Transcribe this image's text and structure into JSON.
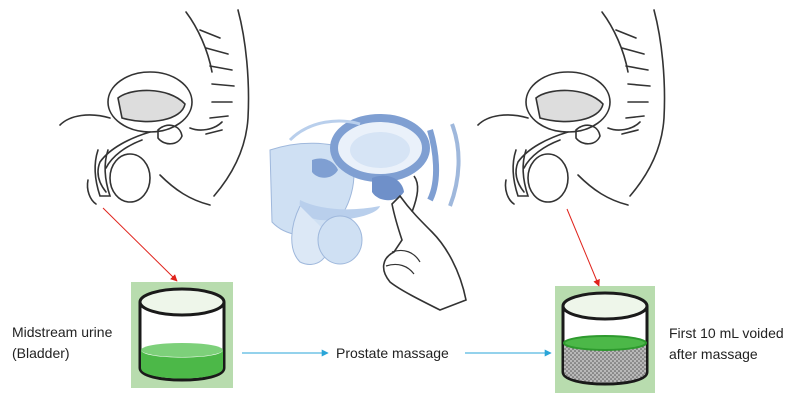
{
  "labels": {
    "midstream_line1": "Midstream urine",
    "midstream_line2": "(Bladder)",
    "prostate_massage": "Prostate massage",
    "first_voided_line1": "First 10 mL voided",
    "first_voided_line2": "after massage"
  },
  "colors": {
    "arrow_red": "#e0231c",
    "arrow_blue": "#2aa5d8",
    "cup_background": "#b8dcae",
    "urine_green": "#4cb848",
    "anatomy_blue": "#8ea9d8",
    "anatomy_light_blue": "#cfe0f3"
  },
  "icons": {
    "left_figure": "male-pelvis-sagittal-icon",
    "center_figure": "prostate-massage-icon",
    "right_figure": "male-pelvis-sagittal-icon",
    "left_cup": "urine-specimen-cup-icon",
    "right_cup": "urine-specimen-cup-sediment-icon"
  }
}
